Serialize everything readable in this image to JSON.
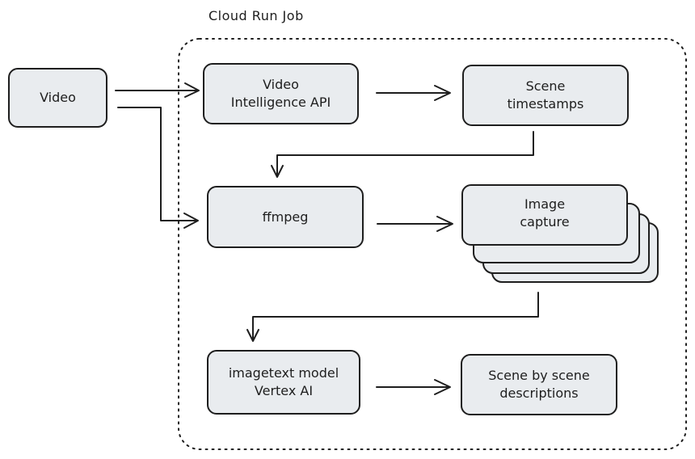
{
  "diagram": {
    "title": "Cloud Run Job",
    "nodes": {
      "video": "Video",
      "video_intelligence": "Video\nIntelligence API",
      "scene_timestamps": "Scene\ntimestamps",
      "ffmpeg": "ffmpeg",
      "image_capture": "Image\ncapture",
      "imagetext_model": "imagetext model\nVertex AI",
      "scene_descriptions": "Scene by scene\ndescriptions"
    },
    "edges": [
      [
        "video",
        "video_intelligence"
      ],
      [
        "video",
        "ffmpeg"
      ],
      [
        "video_intelligence",
        "scene_timestamps"
      ],
      [
        "scene_timestamps",
        "ffmpeg"
      ],
      [
        "ffmpeg",
        "image_capture"
      ],
      [
        "image_capture",
        "imagetext_model"
      ],
      [
        "imagetext_model",
        "scene_descriptions"
      ]
    ],
    "colors": {
      "node_fill": "#e9ecef",
      "stroke": "#1e1e1e",
      "background": "#ffffff"
    }
  }
}
